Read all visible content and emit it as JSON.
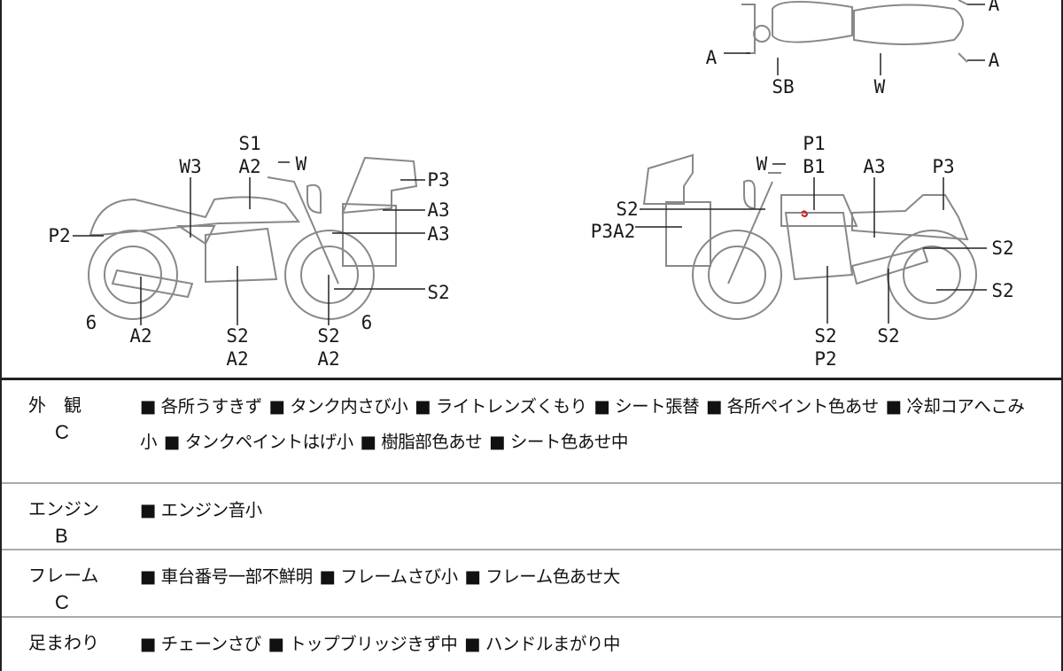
{
  "diagram": {
    "top_view_labels": [
      "A",
      "A",
      "A",
      "SB",
      "W"
    ],
    "left_view_labels": [
      "S1",
      "A2",
      "W",
      "W3",
      "P3",
      "A3",
      "A3",
      "P2",
      "S2",
      "6",
      "A2",
      "S2",
      "A2",
      "S2",
      "A2",
      "6"
    ],
    "right_view_labels": [
      "P1",
      "B1",
      "W",
      "A3",
      "P3",
      "S2",
      "P3A2",
      "S2",
      "S2",
      "S2",
      "P2",
      "S2"
    ],
    "mark_color": "#d02020"
  },
  "table": {
    "rows": [
      {
        "category": "外　観",
        "grade": "C",
        "items": [
          "■ 各所うすきず",
          "■ タンク内さび小",
          "■ ライトレンズくもり",
          "■ シート張替",
          "■ 各所ペイント色あせ",
          "■ 冷却コアへこみ小",
          "■ タンクペイントはげ小",
          "■ 樹脂部色あせ",
          "■ シート色あせ中"
        ]
      },
      {
        "category": "エンジン",
        "grade": "B",
        "items": [
          "■ エンジン音小"
        ]
      },
      {
        "category": "フレーム",
        "grade": "C",
        "items": [
          "■ 車台番号一部不鮮明",
          "■ フレームさび小",
          "■ フレーム色あせ大"
        ]
      },
      {
        "category": "足まわり",
        "grade": "",
        "items": [
          "■ チェーンさび",
          "■ トップブリッジきず中",
          "■ ハンドルまがり中"
        ]
      }
    ]
  }
}
